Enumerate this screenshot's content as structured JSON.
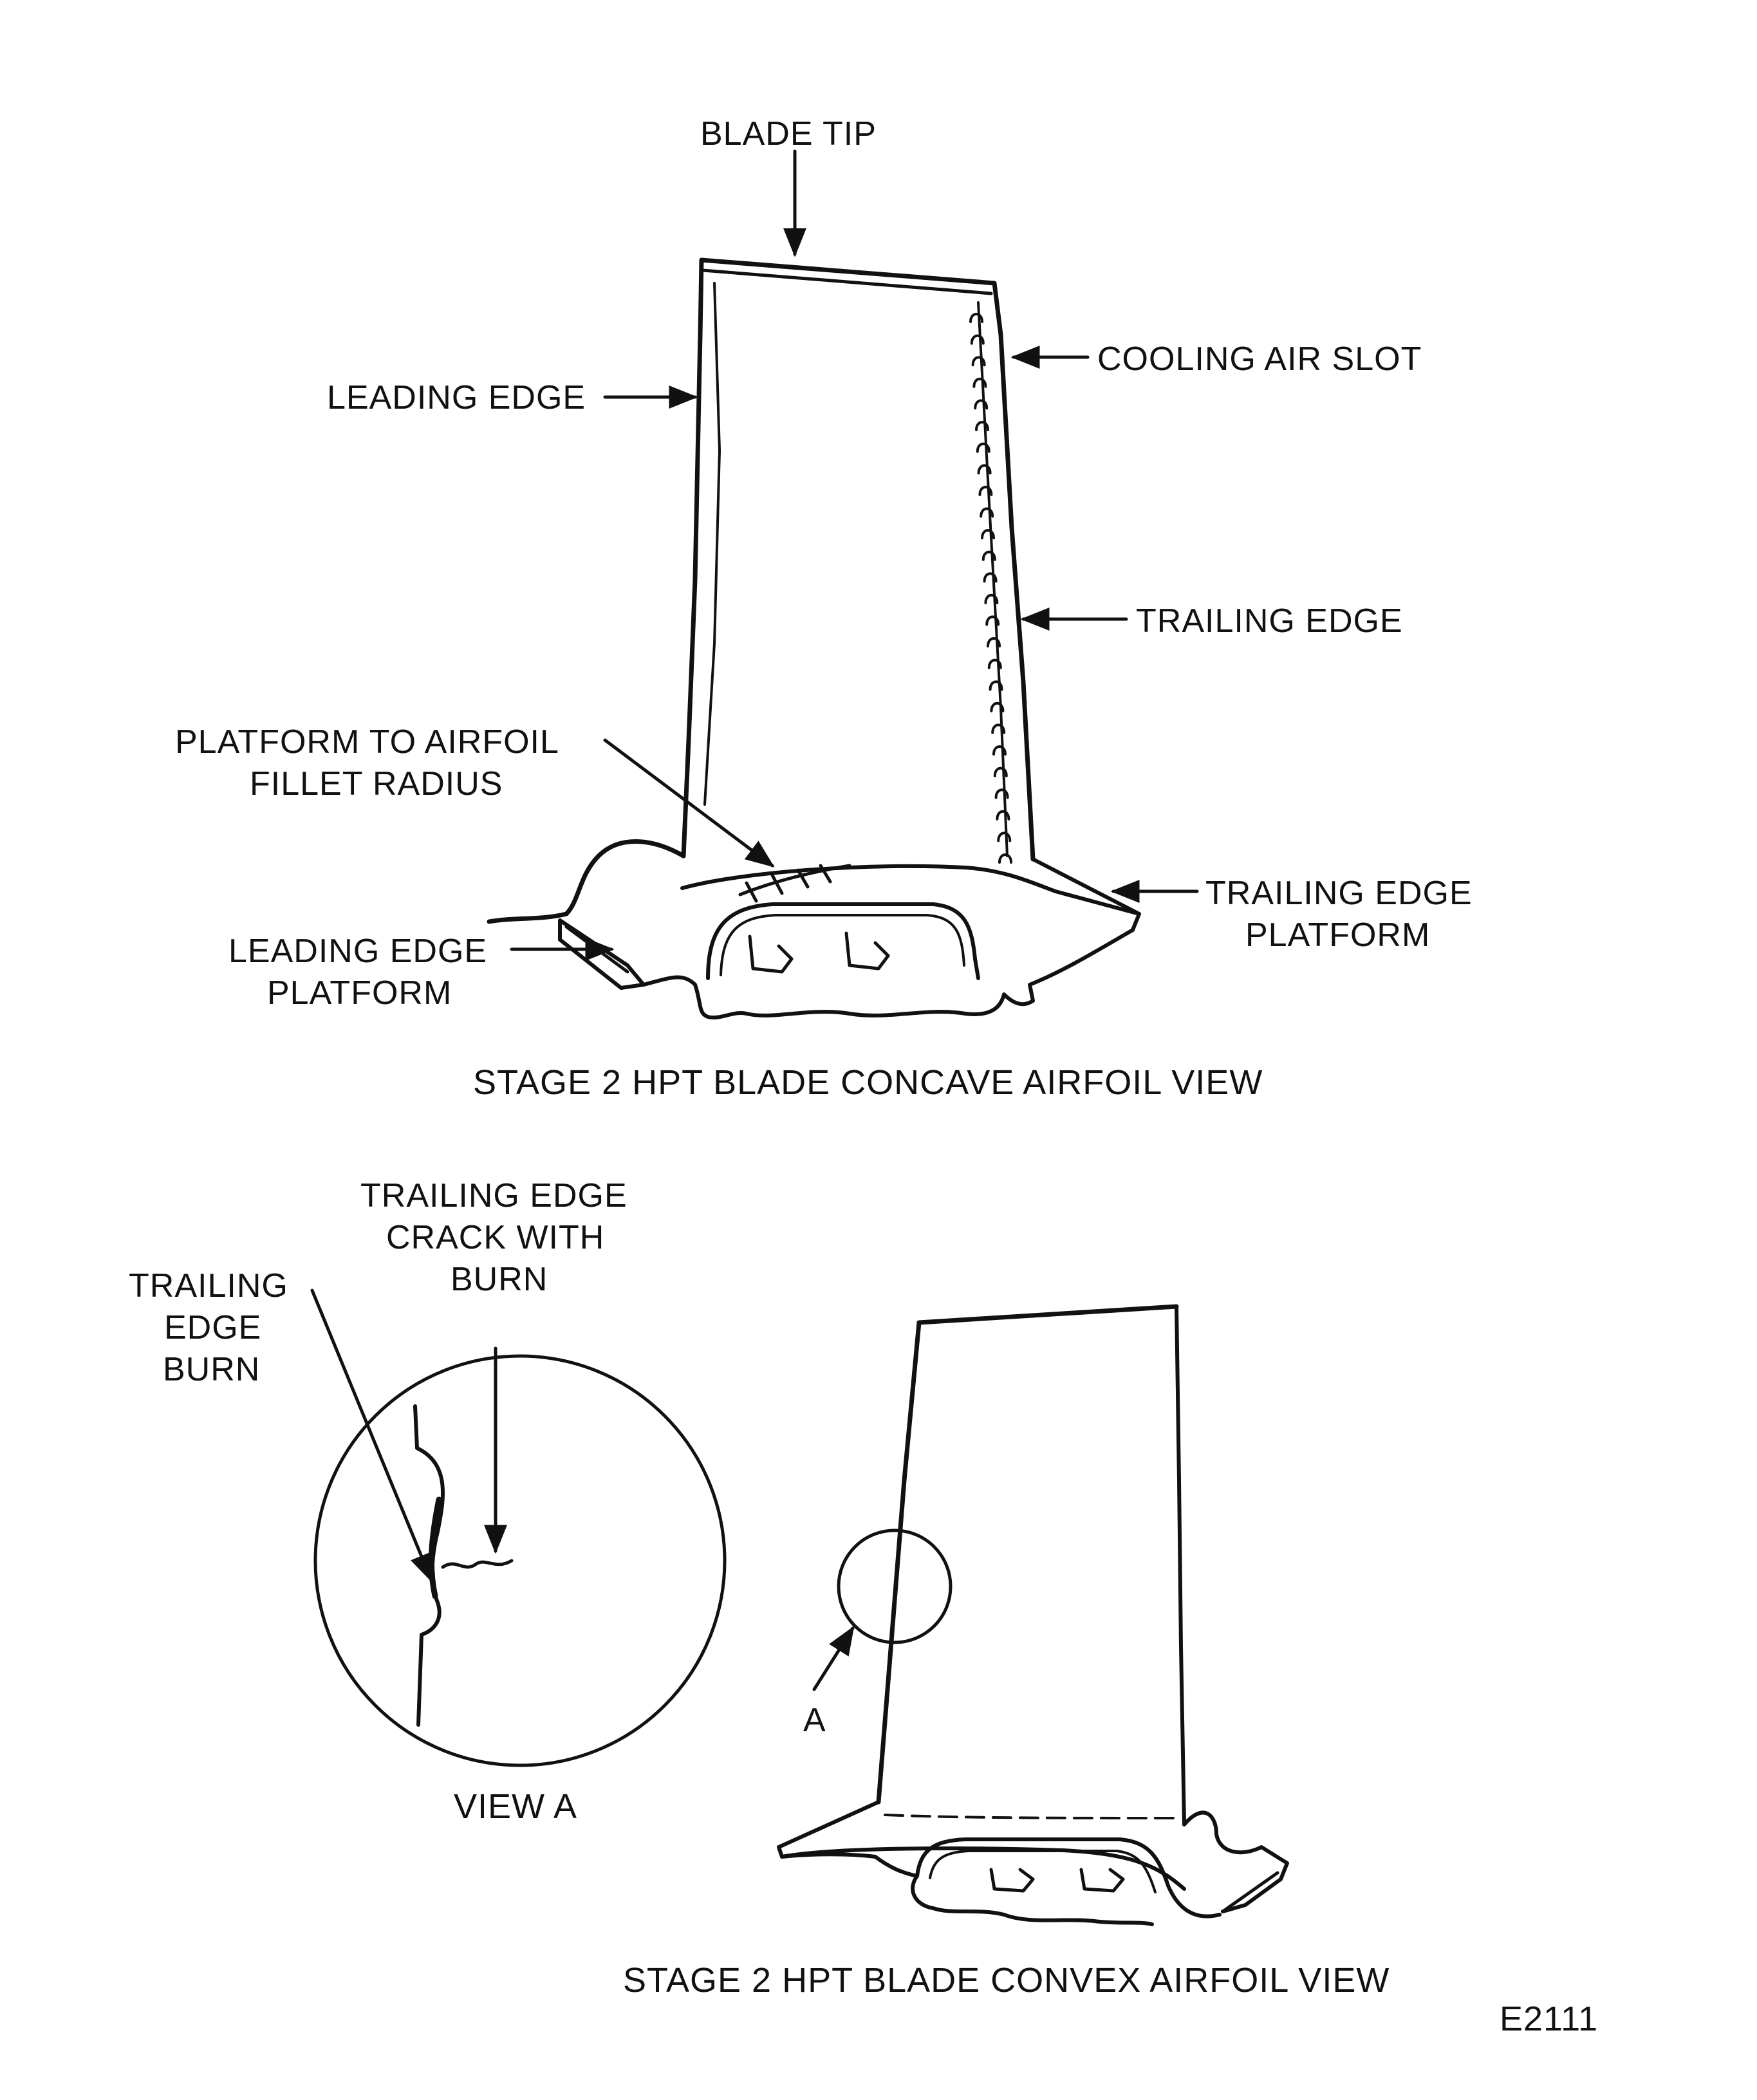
{
  "diagram": {
    "concave_view": {
      "caption": "STAGE 2 HPT BLADE CONCAVE AIRFOIL VIEW",
      "labels": {
        "blade_tip": "BLADE TIP",
        "cooling_air_slot": "COOLING AIR SLOT",
        "leading_edge": "LEADING EDGE",
        "trailing_edge": "TRAILING EDGE",
        "fillet_radius_line1": "PLATFORM TO AIRFOIL",
        "fillet_radius_line2": "FILLET RADIUS",
        "trailing_edge_platform_line1": "TRAILING EDGE",
        "trailing_edge_platform_line2": "PLATFORM",
        "leading_edge_platform_line1": "LEADING EDGE",
        "leading_edge_platform_line2": "PLATFORM"
      }
    },
    "view_a": {
      "caption": "VIEW A",
      "labels": {
        "trailing_edge_burn_line1": "TRAILING",
        "trailing_edge_burn_line2": "EDGE",
        "trailing_edge_burn_line3": "BURN",
        "crack_with_burn_line1": "TRAILING EDGE",
        "crack_with_burn_line2": "CRACK WITH",
        "crack_with_burn_line3": "BURN"
      }
    },
    "convex_view": {
      "caption": "STAGE 2 HPT BLADE CONVEX AIRFOIL VIEW",
      "labels": {
        "detail_marker": "A"
      }
    },
    "figure_id": "E2111"
  }
}
